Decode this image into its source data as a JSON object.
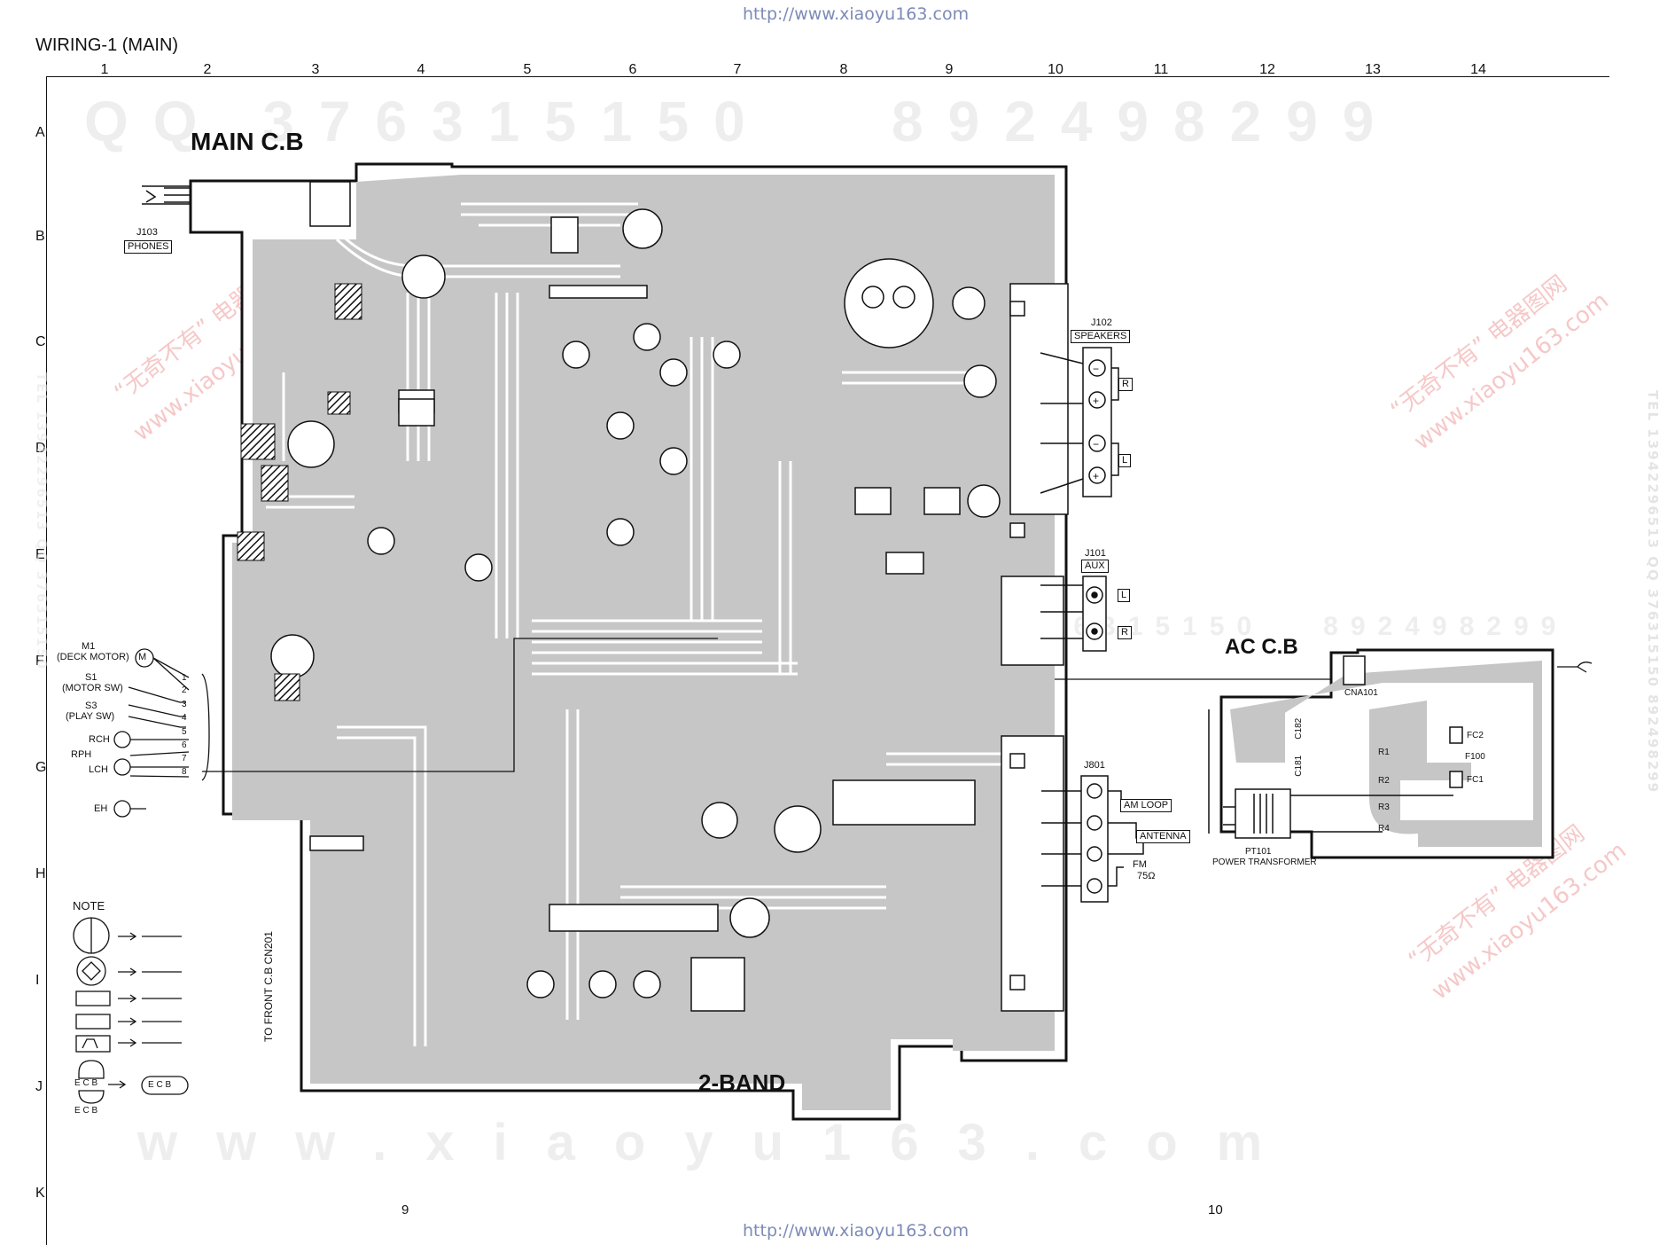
{
  "header": {
    "url_top": "http://www.xiaoyu163.com",
    "title": "WIRING-1 (MAIN)"
  },
  "footer": {
    "url_bottom": "http://www.xiaoyu163.com",
    "page_left": "9",
    "page_right": "10"
  },
  "grid": {
    "columns": [
      "1",
      "2",
      "3",
      "4",
      "5",
      "6",
      "7",
      "8",
      "9",
      "10",
      "11",
      "12",
      "13",
      "14"
    ],
    "rows": [
      "A",
      "B",
      "C",
      "D",
      "E",
      "F",
      "G",
      "H",
      "I",
      "J",
      "K"
    ]
  },
  "boards": {
    "main": "MAIN C.B",
    "ac": "AC C.B",
    "band_mark": "2-BAND",
    "front_cb": "TO FRONT C.B CN201"
  },
  "connectors": {
    "phones": {
      "ref": "J103",
      "name": "PHONES"
    },
    "speakers": {
      "ref": "J102",
      "name": "SPEAKERS",
      "ch_r": "R",
      "ch_l": "L"
    },
    "aux": {
      "ref": "J101",
      "name": "AUX",
      "ch_l": "L",
      "ch_r": "R"
    },
    "tuner": {
      "ref": "J801",
      "am_loop": "AM LOOP",
      "antenna": "ANTENNA",
      "fm": "FM",
      "fm_ohm": "75Ω"
    }
  },
  "left_parts": {
    "m1": "M1",
    "deck_motor": "(DECK MOTOR)",
    "s1": "S1",
    "motor_sw": "(MOTOR SW)",
    "s3": "S3",
    "play_sw": "(PLAY SW)",
    "rch": "RCH",
    "rph": "RPH",
    "lch": "LCH",
    "eh": "EH",
    "pins": [
      "1",
      "2",
      "3",
      "4",
      "5",
      "6",
      "7",
      "8"
    ]
  },
  "ac_parts": {
    "cna101": "CNA101",
    "pt101": "PT101",
    "power_transformer": "POWER TRANSFORMER",
    "fc2": "FC2",
    "f100": "F100",
    "fc1": "FC1",
    "r1": "R1",
    "r2": "R2",
    "r3": "R3",
    "r4": "R4",
    "c181": "C181",
    "c182": "C182"
  },
  "note": {
    "title": "NOTE",
    "ecb": "E C B"
  },
  "watermarks": {
    "row_top": "QQ 376315150   892498299",
    "row_mid": "376315150   892498299",
    "row_bottom": "www.xiaoyu163.com",
    "diag": "“无奇不有” 电器图网",
    "diag_url": "www.xiaoyu163.com",
    "side_right": "TEL 13942296513  QQ 376315150  892498299",
    "side_left": "TEL 13942296513  QQ 376315150"
  },
  "colors": {
    "board_fill": "#c6c6c6",
    "trace": "#ffffff",
    "ink": "#111111",
    "url": "#7d8ab8",
    "watermark_cn": "#f6c8c8"
  }
}
